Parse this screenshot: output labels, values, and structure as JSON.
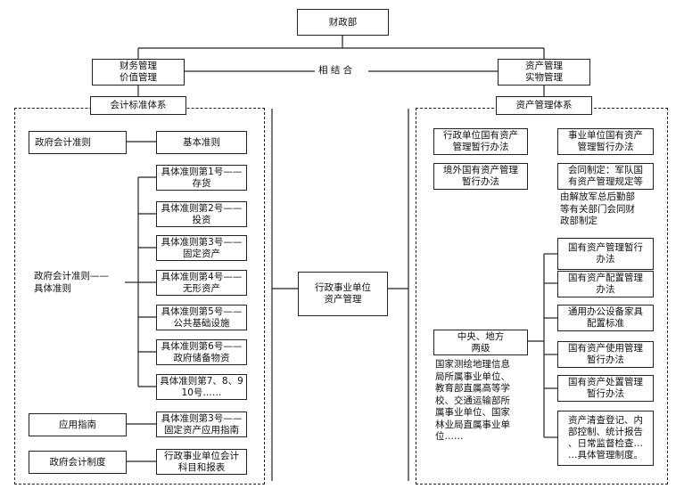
{
  "top": "财政部",
  "finance": "财务管理\n价值管理",
  "asset": "资产管理\n实物管理",
  "link": "相 结 合",
  "center": "行政事业单位\n资产管理",
  "left": {
    "title": "会计标准体系",
    "gov_std": "政府会计准则",
    "basic": "基本准则",
    "specific_group": "政府会计准则——\n具体准则",
    "specifics": [
      "具体准则第1号——\n存货",
      "具体准则第2号——\n投资",
      "具体准则第3号——\n固定资产",
      "具体准则第4号——\n无形资产",
      "具体准则第5号——\n公共基础设施",
      "具体准则第6号——\n政府储备物资",
      "具体准则第7、8、9\n10号……"
    ],
    "guide": "应用指南",
    "guide_item": "具体准则第3号——\n固定资产应用指南",
    "system": "政府会计制度",
    "system_item": "行政事业单位会计\n科目和报表"
  },
  "right": {
    "title": "资产管理体系",
    "admin": "行政单位国有资产\n管理暂行办法",
    "inst": "事业单位国有资产\n管理暂行办法",
    "overseas": "境外国有资产管理\n暂行办法",
    "military": "会同制定：军队国\n有资产管理规定等",
    "military_note": "由解放军总后勤部\n等有关部门会同财\n政部制定",
    "central": "中央、地方\n两级",
    "central_note": "国家测绘地理信息\n局所属事业单位、\n教育部直属高等学\n校、交通运输部所\n属事业单位、国家\n林业局直属事业单\n位……",
    "items": [
      "国有资产管理暂行\n办法",
      "国有资产配置管理\n办法",
      "通用办公设备家具\n配置标准",
      "国有资产使用管理\n暂行办法",
      "国有资产处置管理\n暂行办法",
      "资产清查登记、内\n部控制、统计报告\n、日常监督检查…\n…具体管理制度。"
    ]
  }
}
